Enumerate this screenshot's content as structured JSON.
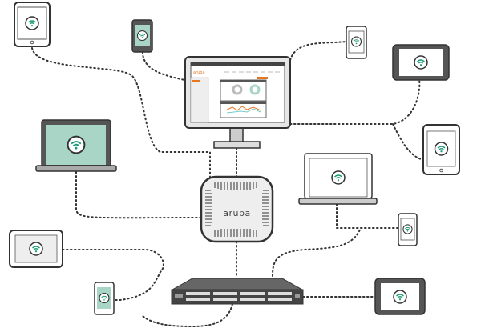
{
  "brand": {
    "logo_text": "aruba",
    "accent": "#e8761e",
    "screen_green": "#a8d5c6",
    "wifi_green": "#1a9a78"
  },
  "devices": [
    {
      "type": "tablet",
      "icon": "wifi-icon"
    },
    {
      "type": "phone",
      "icon": "wifi-icon"
    },
    {
      "type": "monitor",
      "icon": "dashboard"
    },
    {
      "type": "phone",
      "icon": "wifi-icon"
    },
    {
      "type": "tablet",
      "icon": "wifi-icon"
    },
    {
      "type": "laptop",
      "icon": "wifi-icon"
    },
    {
      "type": "tablet",
      "icon": "wifi-icon"
    },
    {
      "type": "laptop",
      "icon": "wifi-icon"
    },
    {
      "type": "access-point",
      "icon": "aruba-logo"
    },
    {
      "type": "phone",
      "icon": "wifi-icon"
    },
    {
      "type": "tablet",
      "icon": "wifi-icon"
    },
    {
      "type": "phone",
      "icon": "wifi-icon"
    },
    {
      "type": "switch",
      "icon": "ports"
    },
    {
      "type": "tablet",
      "icon": "wifi-icon"
    }
  ]
}
